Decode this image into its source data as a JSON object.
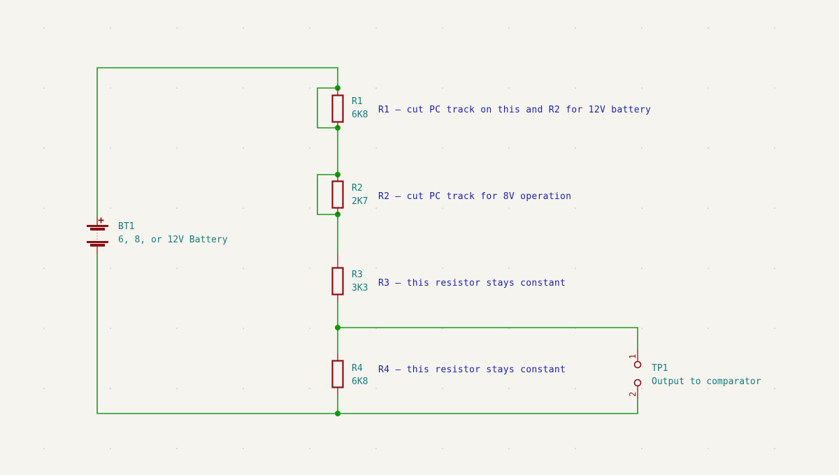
{
  "schematic": {
    "colors": {
      "background": "#f5f4ef",
      "wire": "#1e9a1e",
      "junction": "#0a9a0a",
      "component_body": "#8b0f0f",
      "reference_text": "#197a7a",
      "note_text": "#1f1fa8"
    },
    "components": {
      "bt1": {
        "reference": "BT1",
        "value": "6, 8, or 12V Battery",
        "polarity_mark": "+"
      },
      "r1": {
        "reference": "R1",
        "value": "6K8",
        "note": "R1 – cut PC track on this and R2 for 12V battery"
      },
      "r2": {
        "reference": "R2",
        "value": "2K7",
        "note": "R2 – cut PC track for 8V operation"
      },
      "r3": {
        "reference": "R3",
        "value": "3K3",
        "note": "R3 – this resistor stays constant"
      },
      "r4": {
        "reference": "R4",
        "value": "6K8",
        "note": "R4 – this resistor stays constant"
      },
      "tp1": {
        "reference": "TP1",
        "value": "Output to comparator",
        "pin1": "1",
        "pin2": "2"
      }
    }
  }
}
